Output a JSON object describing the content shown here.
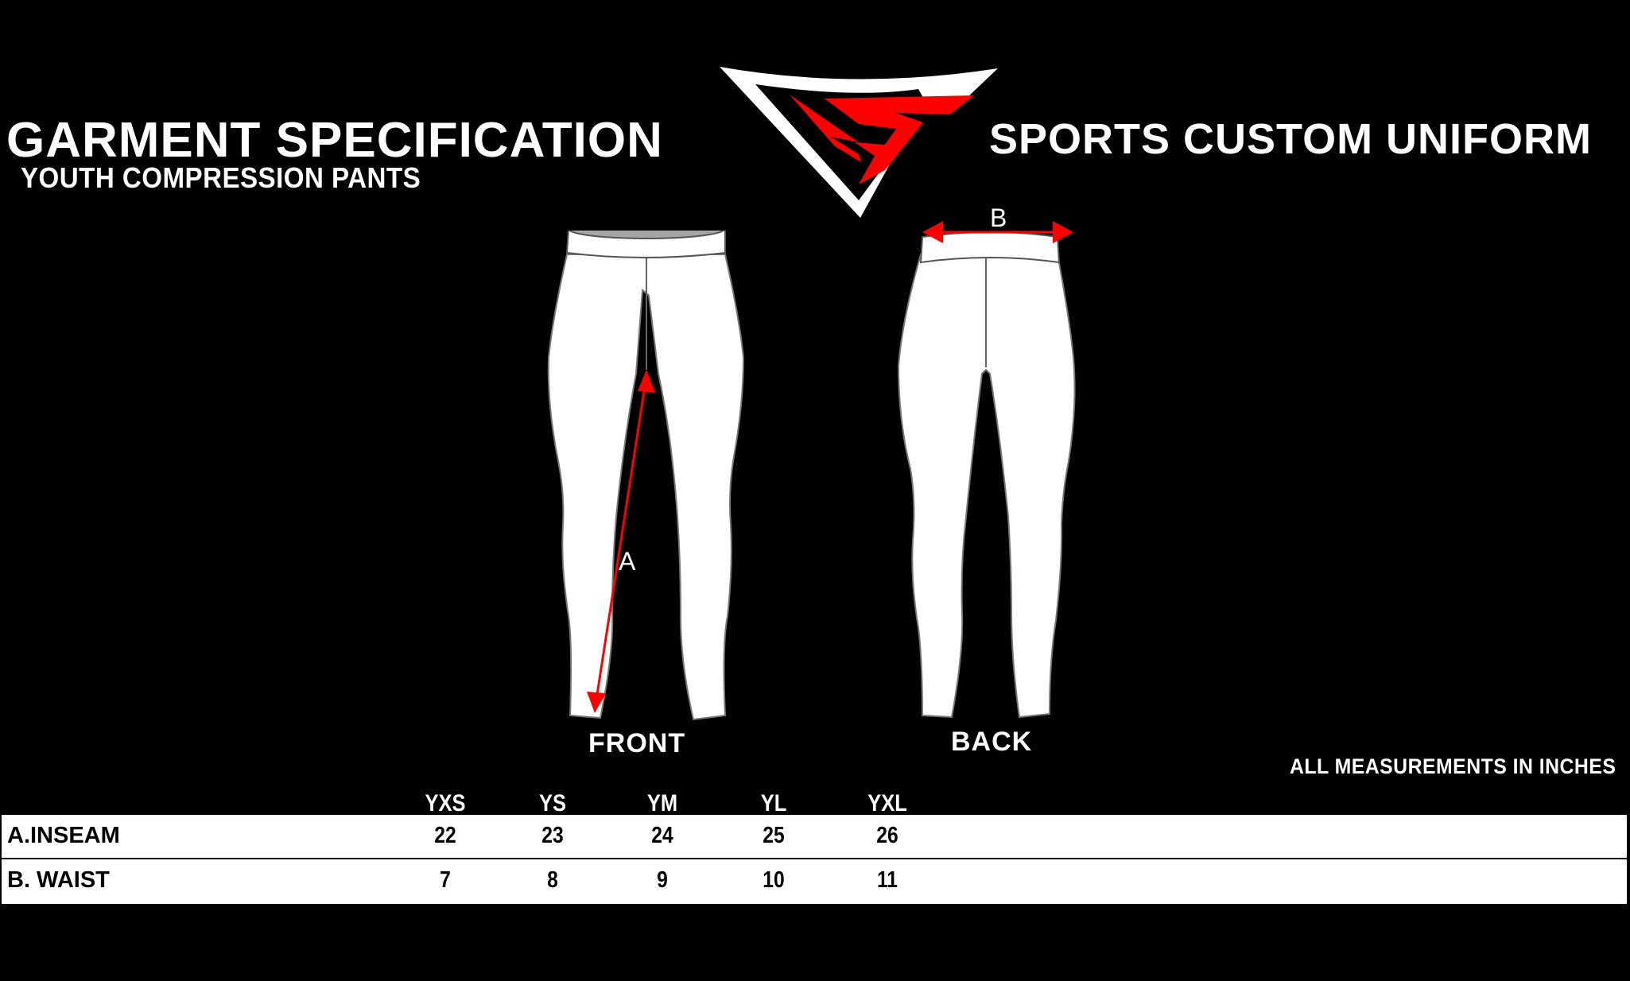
{
  "header": {
    "title": "GARMENT SPECIFICATION",
    "subtitle": "YOUTH COMPRESSION PANTS",
    "brand": "SPORTS CUSTOM UNIFORM"
  },
  "logo": {
    "icon": "vs-shield-logo-icon",
    "colors": {
      "outline": "#ffffff",
      "fill": "#ff0000",
      "background": "#000000"
    }
  },
  "diagram": {
    "front_label": "FRONT",
    "back_label": "BACK",
    "measure_a_label": "A",
    "measure_b_label": "B",
    "arrow_color": "#ff0000",
    "garment_fill": "#ffffff",
    "waistband_inner_fill": "#a6a6a6"
  },
  "units_note": "ALL MEASUREMENTS IN INCHES",
  "size_table": {
    "sizes": [
      "YXS",
      "YS",
      "YM",
      "YL",
      "YXL"
    ],
    "rows": [
      {
        "label": "A.INSEAM",
        "values": [
          "22",
          "23",
          "24",
          "25",
          "26"
        ]
      },
      {
        "label": "B. WAIST",
        "values": [
          "7",
          "8",
          "9",
          "10",
          "11"
        ]
      }
    ]
  }
}
